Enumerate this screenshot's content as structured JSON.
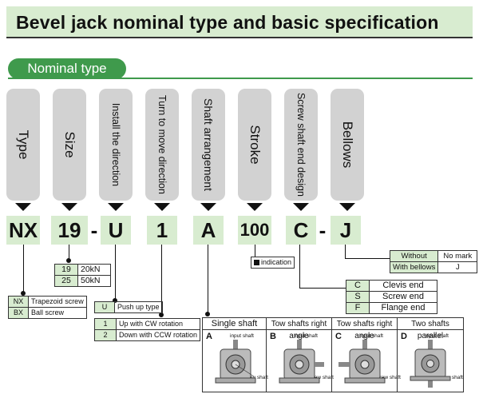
{
  "title": "Bevel jack nominal type and basic specification",
  "nominal_type_label": "Nominal type",
  "categories": [
    {
      "label": "Type",
      "code": "NX"
    },
    {
      "label": "Size",
      "code": "19"
    },
    {
      "label": "Install the direction",
      "code": "U"
    },
    {
      "label": "Turn to move direction",
      "code": "1"
    },
    {
      "label": "Shaft arrangement",
      "code": "A"
    },
    {
      "label": "Stroke",
      "code": "100"
    },
    {
      "label": "Screw shaft end design",
      "code": "C"
    },
    {
      "label": "Bellows",
      "code": "J"
    }
  ],
  "separators": {
    "after_size": "-",
    "after_screw_end": "-"
  },
  "size_table": [
    {
      "code": "19",
      "value": "20kN"
    },
    {
      "code": "25",
      "value": "50kN"
    }
  ],
  "type_table": [
    {
      "code": "NX",
      "value": "Trapezoid screw"
    },
    {
      "code": "BX",
      "value": "Ball screw"
    }
  ],
  "install_table": [
    {
      "code": "U",
      "value": "Push up type"
    }
  ],
  "turn_table": [
    {
      "code": "1",
      "value": "Up with CW rotation"
    },
    {
      "code": "2",
      "value": "Down with CCW rotation"
    }
  ],
  "stroke_indication": "indication",
  "bellows_table": [
    {
      "code": "Without",
      "value": "No mark"
    },
    {
      "code": "With bellows",
      "value": "J"
    }
  ],
  "screw_end_table": [
    {
      "code": "C",
      "value": "Clevis end"
    },
    {
      "code": "S",
      "value": "Screw end"
    },
    {
      "code": "F",
      "value": "Flange end"
    }
  ],
  "shaft_arrangements": [
    {
      "header": "Single shaft",
      "letter": "A",
      "input_label": "input shaft",
      "screw_label": "Screw shaft"
    },
    {
      "header": "Tow shafts right angle",
      "letter": "B",
      "input_label": "input shaft",
      "screw_label": "Screw shaft"
    },
    {
      "header": "Tow shafts right angle",
      "letter": "C",
      "input_label": "input shaft",
      "screw_label": "Screw shaft"
    },
    {
      "header": "Two shafts parallel",
      "letter": "D",
      "input_label": "input shaft",
      "screw_label": "Screw shaft"
    }
  ],
  "colors": {
    "header_green": "#d8ecd0",
    "accent_green": "#3f9a4c",
    "pill_gray": "#d2d2d2"
  }
}
